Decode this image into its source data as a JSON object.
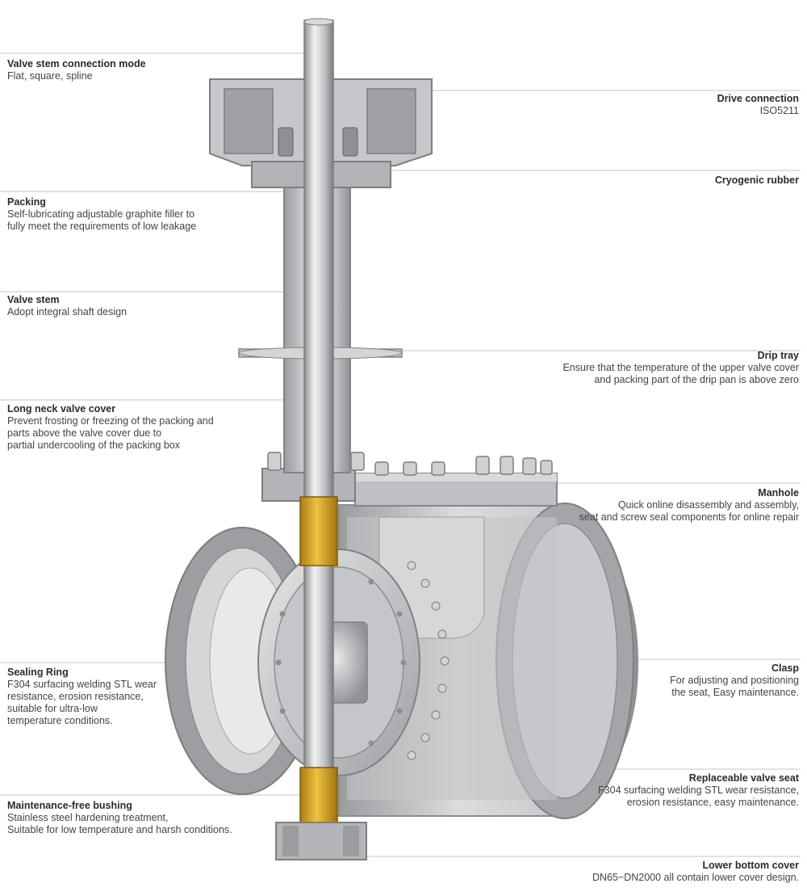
{
  "callouts": {
    "stem_connection": {
      "title": "Valve stem connection mode",
      "lines": [
        "Flat, square, spline"
      ]
    },
    "drive_connection": {
      "title": "Drive connection",
      "lines": [
        "ISO5211"
      ]
    },
    "cryogenic_rubber": {
      "title": "Cryogenic rubber",
      "lines": []
    },
    "packing": {
      "title": "Packing",
      "lines": [
        "Self-lubricating adjustable graphite filler to",
        "fully meet the requirements of low leakage"
      ]
    },
    "valve_stem": {
      "title": "Valve stem",
      "lines": [
        "Adopt integral shaft design"
      ]
    },
    "drip_tray": {
      "title": "Drip tray",
      "lines": [
        "Ensure that the temperature of the upper valve cover",
        "and packing part of the drip pan is above zero"
      ]
    },
    "long_neck": {
      "title": "Long neck valve cover",
      "lines": [
        "Prevent frosting or freezing of the packing and",
        "parts above the valve cover due to",
        "partial undercooling of the packing box"
      ]
    },
    "manhole": {
      "title": "Manhole",
      "lines": [
        "Quick online disassembly and assembly,",
        "seat and screw seal components for online repair"
      ]
    },
    "sealing_ring": {
      "title": "Sealing Ring",
      "lines": [
        "F304 surfacing welding STL wear",
        "resistance, erosion resistance,",
        "suitable for ultra-low",
        "temperature conditions."
      ]
    },
    "clasp": {
      "title": "Clasp",
      "lines": [
        "For adjusting and positioning",
        "the seat, Easy maintenance."
      ]
    },
    "replaceable_seat": {
      "title": "Replaceable valve seat",
      "lines": [
        "F304 surfacing welding STL wear resistance,",
        "erosion resistance, easy maintenance."
      ]
    },
    "bushing": {
      "title": "Maintenance-free bushing",
      "lines": [
        "Stainless steel hardening treatment,",
        "Suitable for low temperature and harsh conditions."
      ]
    },
    "lower_cover": {
      "title": "Lower bottom cover",
      "lines": [
        "DN65~DN2000 all contain lower cover design."
      ]
    }
  },
  "colors": {
    "steel_light": "#e4e4e6",
    "steel_mid": "#b8b9bc",
    "steel_dark": "#7d7f83",
    "brass": "#d9a520",
    "leader": "#c6c6c6"
  }
}
